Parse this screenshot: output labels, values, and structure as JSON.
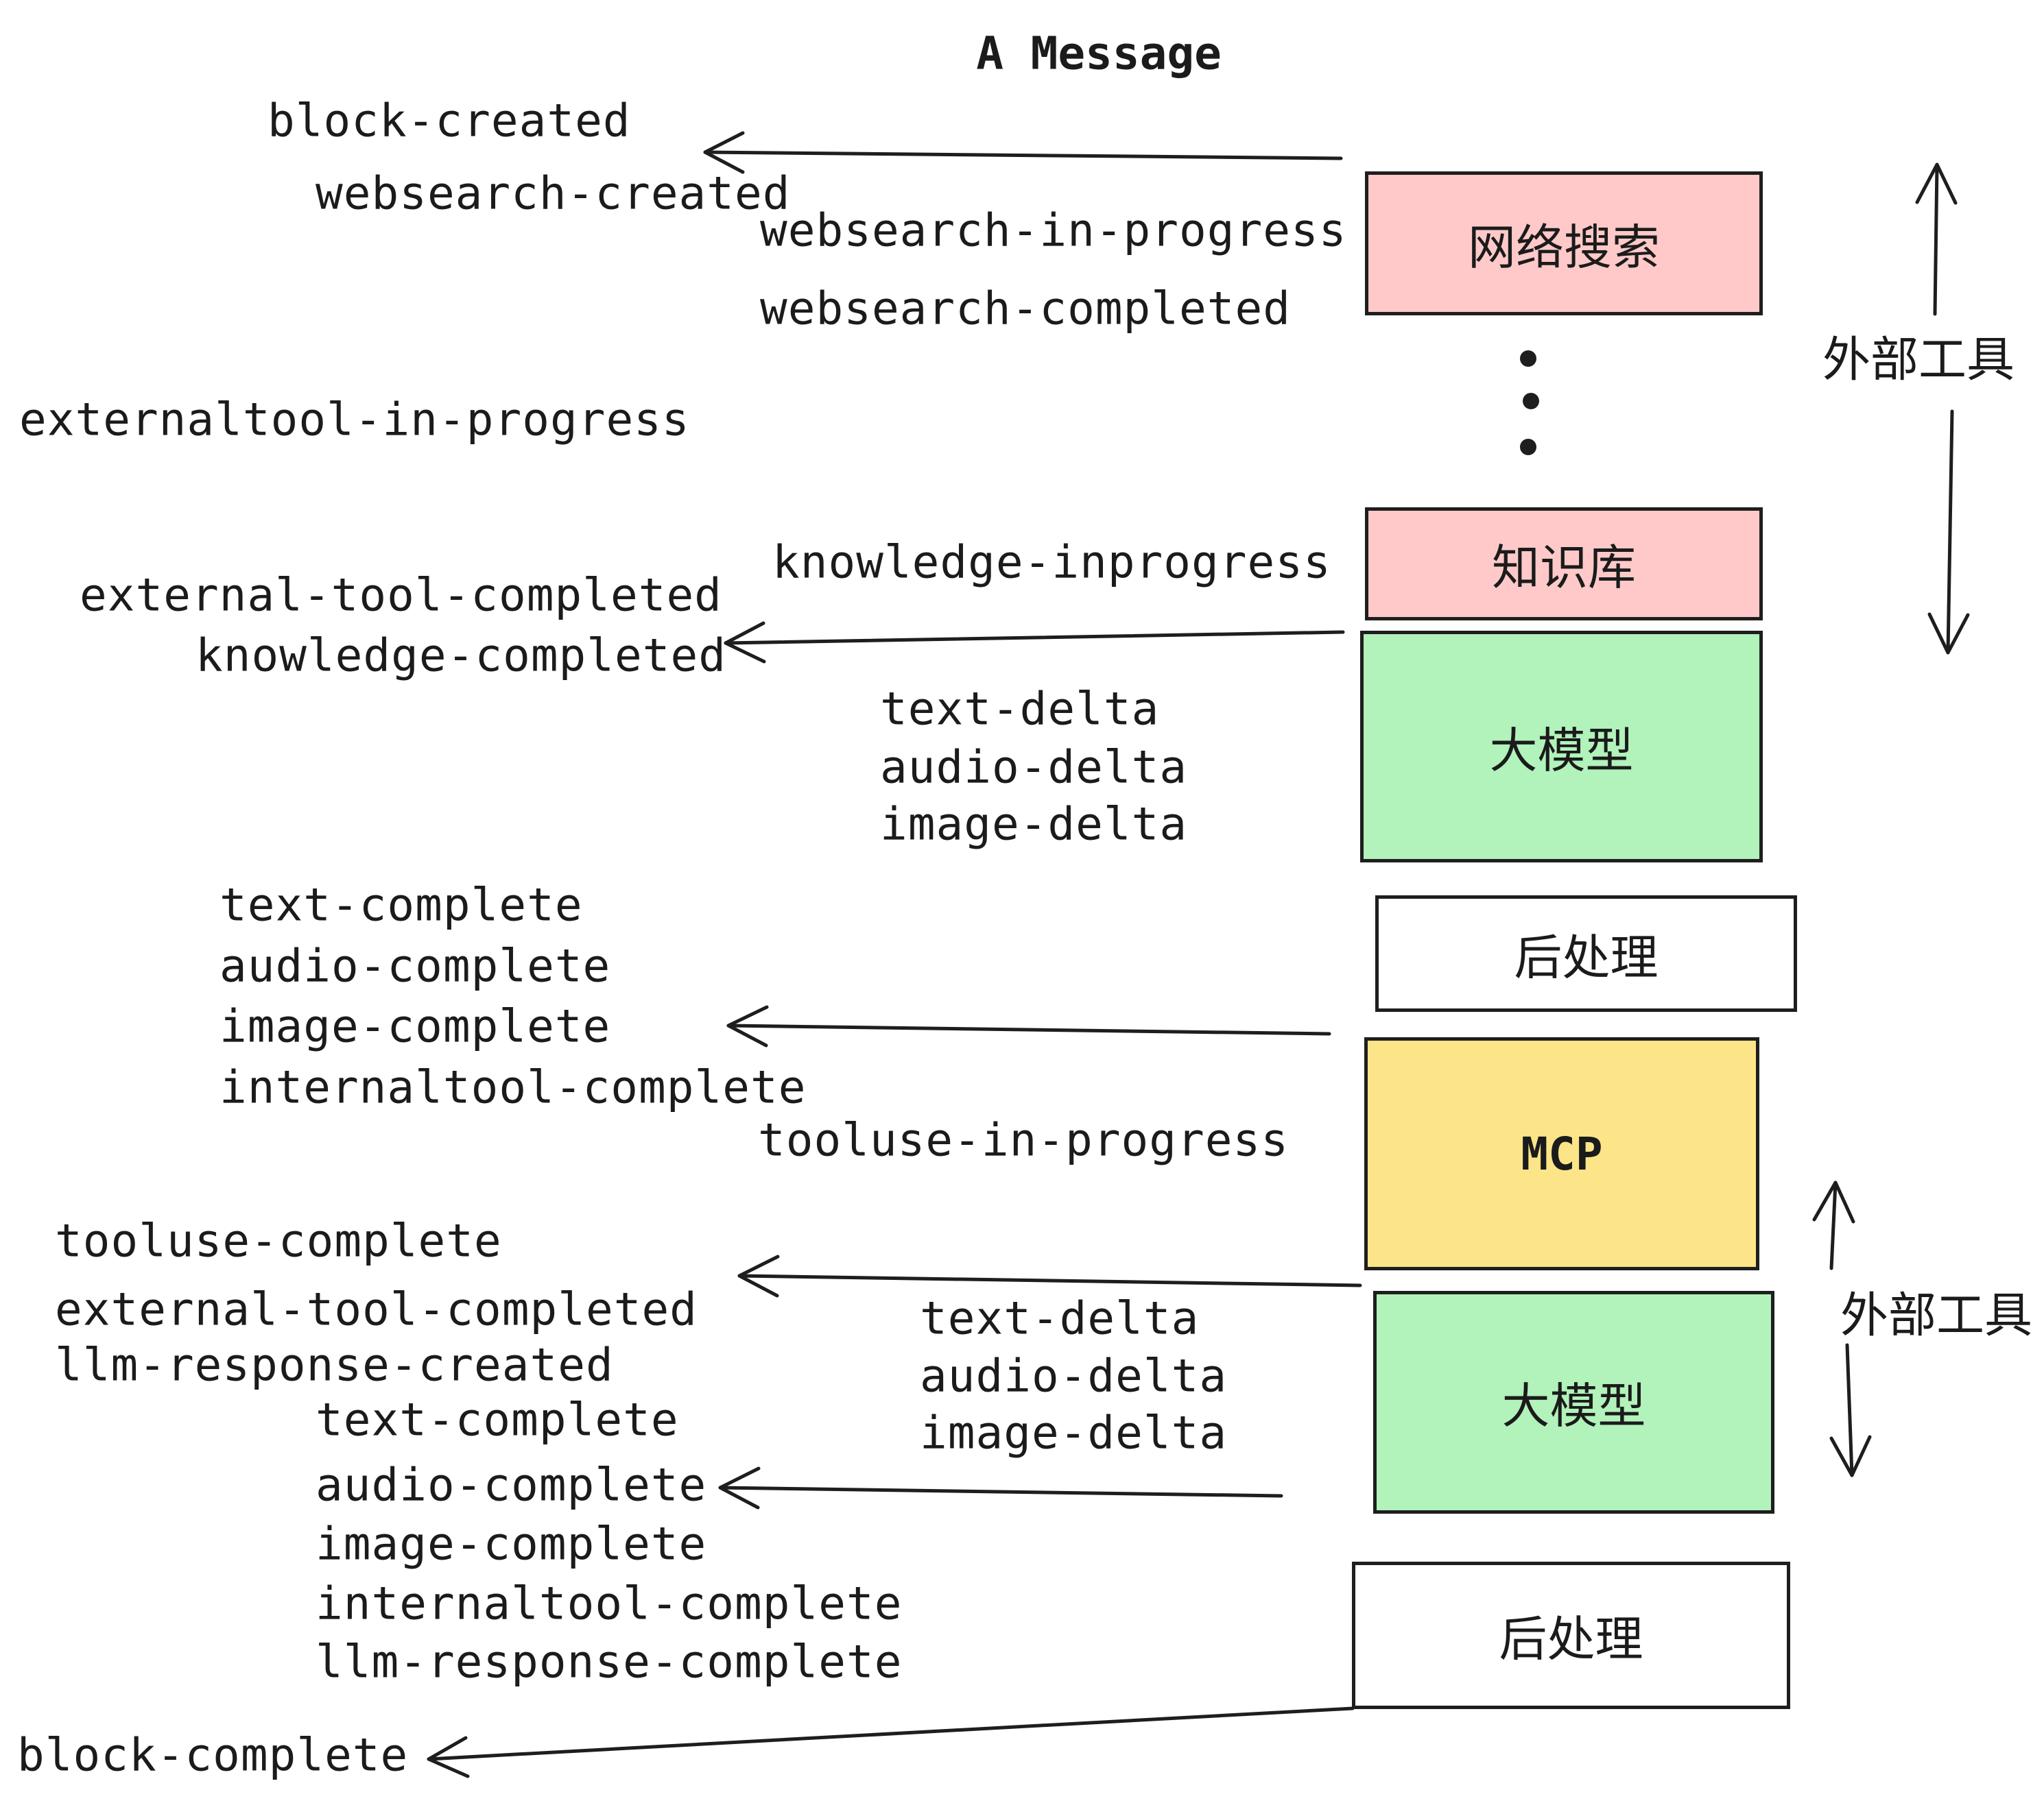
{
  "title": "A Message",
  "colors": {
    "pink": "#FFC9C9",
    "green": "#B2F2BB",
    "yellow": "#FCE588",
    "white": "#FFFFFF",
    "stroke": "#1E1E1E"
  },
  "boxes": [
    {
      "id": "websearch",
      "label": "网络搜索",
      "color": "pink"
    },
    {
      "id": "knowledge",
      "label": "知识库",
      "color": "pink"
    },
    {
      "id": "llm-1",
      "label": "大模型",
      "color": "green"
    },
    {
      "id": "postprocess-1",
      "label": "后处理",
      "color": "white"
    },
    {
      "id": "mcp",
      "label": "MCP",
      "color": "yellow"
    },
    {
      "id": "llm-2",
      "label": "大模型",
      "color": "green"
    },
    {
      "id": "postprocess-2",
      "label": "后处理",
      "color": "white"
    }
  ],
  "side_labels": [
    {
      "label": "外部工具"
    },
    {
      "label": "外部工具"
    }
  ],
  "events": [
    {
      "label": "block-created"
    },
    {
      "label": "websearch-created"
    },
    {
      "label": "websearch-in-progress"
    },
    {
      "label": "websearch-completed"
    },
    {
      "label": "externaltool-in-progress"
    },
    {
      "label": "knowledge-inprogress"
    },
    {
      "label": "external-tool-completed"
    },
    {
      "label": "knowledge-completed"
    },
    {
      "label": "text-delta"
    },
    {
      "label": "audio-delta"
    },
    {
      "label": "image-delta"
    },
    {
      "label": "text-complete"
    },
    {
      "label": "audio-complete"
    },
    {
      "label": "image-complete"
    },
    {
      "label": "internaltool-complete"
    },
    {
      "label": "tooluse-in-progress"
    },
    {
      "label": "tooluse-complete"
    },
    {
      "label": "external-tool-completed"
    },
    {
      "label": "llm-response-created"
    },
    {
      "label": "text-complete"
    },
    {
      "label": "audio-complete"
    },
    {
      "label": "image-complete"
    },
    {
      "label": "internaltool-complete"
    },
    {
      "label": "llm-response-complete"
    },
    {
      "label": "block-complete"
    }
  ]
}
